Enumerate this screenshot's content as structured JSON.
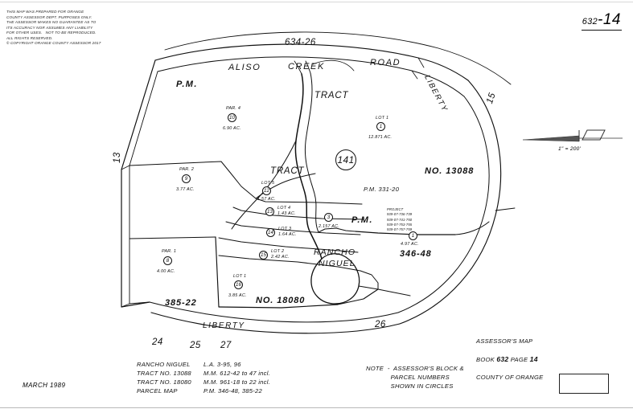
{
  "sheet": {
    "book_page_label_small": "632",
    "book_page_label_big": "-14",
    "date": "MARCH 1989",
    "scale_text": "1\" = 200'"
  },
  "disclaimer": {
    "text": "THIS MAP WAS PREPARED FOR ORANGE\nCOUNTY ASSESSOR DEPT. PURPOSES ONLY.\nTHE ASSESSOR MAKES NO GUARANTEE AS TO\nITS ACCURACY NOR ASSUMES ANY LIABILITY\nFOR OTHER USES.   NOT TO BE REPRODUCED.\nALL RIGHTS RESERVED.\n© COPYRIGHT ORANGE COUNTY ASSESSOR 2017"
  },
  "legend": {
    "left_column": "RANCHO NIGUEL\nTRACT NO. 13088\nTRACT NO. 18080\nPARCEL MAP",
    "mid_column": "L.A. 3-95, 96\nM.M. 612-42 to 47 incl.\nM.M. 961-18 to 22 incl.\nP.M. 346-48, 385-22",
    "note": "NOTE  -  ASSESSOR'S BLOCK &\n             PARCEL NUMBERS\n             SHOWN IN CIRCLES",
    "book_line1": "ASSESSOR'S MAP",
    "book_line2_pre": "BOOK ",
    "book_number": "632",
    "book_line2_mid": " PAGE ",
    "page_number": "14",
    "book_line3": "COUNTY OF ORANGE"
  },
  "map": {
    "roads": [
      {
        "name": "aliso-label",
        "text": "ALISO"
      },
      {
        "name": "creek-label",
        "text": "CREEK"
      },
      {
        "name": "road-label",
        "text": "ROAD"
      },
      {
        "name": "liberty-bottom-label",
        "text": "LIBERTY"
      },
      {
        "name": "liberty-right-label",
        "text": "LIBERTY"
      }
    ],
    "adjacent_pages": [
      {
        "name": "page-634-26",
        "text": "634-26"
      },
      {
        "name": "page-13",
        "text": "13"
      },
      {
        "name": "page-15",
        "text": "15"
      },
      {
        "name": "page-24",
        "text": "24"
      },
      {
        "name": "page-25",
        "text": "25"
      },
      {
        "name": "page-27",
        "text": "27"
      },
      {
        "name": "page-26",
        "text": "26"
      }
    ],
    "tract_labels": [
      {
        "name": "tract-word-upper",
        "text": "TRACT"
      },
      {
        "name": "tract-word-lower",
        "text": "TRACT"
      },
      {
        "name": "tract-no-13088",
        "text": "NO. 13088"
      },
      {
        "name": "tract-no-18080",
        "text": "NO. 18080"
      }
    ],
    "pm_labels": [
      {
        "name": "pm-upper-left",
        "text": "P.M."
      },
      {
        "name": "pm-center",
        "text": "P.M."
      },
      {
        "name": "pm-385-22",
        "text": "385-22"
      },
      {
        "name": "pm-346-48",
        "text": "346-48"
      },
      {
        "name": "pm-331-20",
        "text": "P.M. 331-20"
      }
    ],
    "rancho_label_line1": "RANCHO",
    "rancho_label_line2": "NIGUEL",
    "block_141": "141",
    "project_numbers": "PROJECT\n939-07-736-739\n939-07-741-750\n939-07-753-755\n939-07-757-759",
    "parcels": [
      {
        "name": "parcel-10",
        "label": "PAR. 4",
        "number": "10",
        "acreage": "6.90 AC."
      },
      {
        "name": "parcel-9",
        "label": "PAR. 2",
        "number": "9",
        "acreage": "3.77 AC."
      },
      {
        "name": "parcel-8",
        "label": "PAR. 1",
        "number": "8",
        "acreage": "4.00 AC."
      },
      {
        "name": "parcel-1-lot1",
        "label": "LOT 1",
        "number": "1",
        "acreage": "12.871 AC."
      },
      {
        "name": "parcel-12",
        "label": "LOT 5",
        "number": "12",
        "acreage": "1.57 AC."
      },
      {
        "name": "parcel-13",
        "label": "LOT 4",
        "number": "13",
        "acreage": "1.43 AC."
      },
      {
        "name": "parcel-14",
        "label": "LOT 3",
        "number": "14",
        "acreage": "1.64 AC."
      },
      {
        "name": "parcel-15",
        "label": "LOT 2",
        "number": "15",
        "acreage": "2.42 AC."
      },
      {
        "name": "parcel-16",
        "label": "LOT 1",
        "number": "16",
        "acreage": "3.85 AC."
      },
      {
        "name": "parcel-3",
        "label": "",
        "number": "3",
        "acreage": "2.157 AC."
      },
      {
        "name": "parcel-1-pm",
        "label": "",
        "number": "1",
        "acreage": "4.97 AC."
      }
    ]
  }
}
